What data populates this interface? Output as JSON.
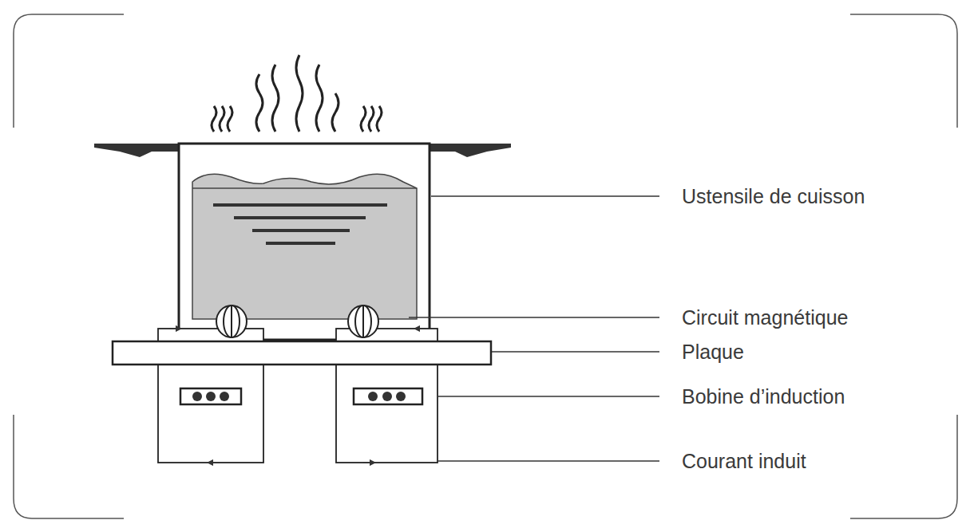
{
  "diagram": {
    "labels": [
      "Ustensile de cuisson",
      "Circuit magnétique",
      "Plaque",
      "Bobine d’induction",
      "Courant induit"
    ]
  }
}
